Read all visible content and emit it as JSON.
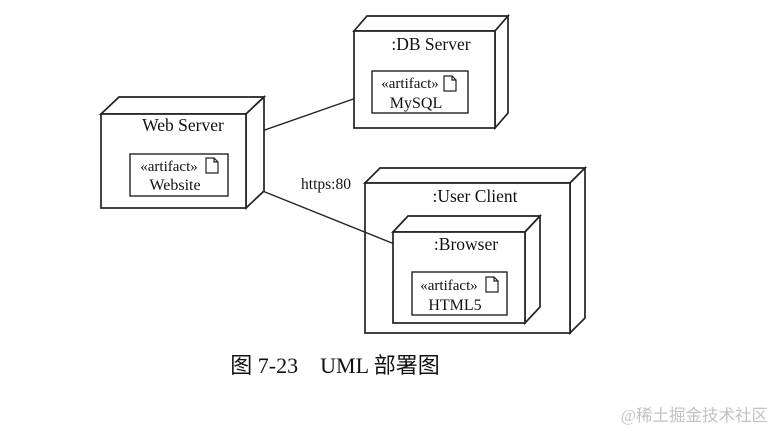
{
  "diagram": {
    "type": "uml-deployment-diagram",
    "nodes": {
      "db_server": {
        "label": ":DB Server",
        "artifact": {
          "stereotype": "«artifact»",
          "name": "MySQL"
        }
      },
      "web_server": {
        "label": "Web Server",
        "artifact": {
          "stereotype": "«artifact»",
          "name": "Website"
        }
      },
      "user_client": {
        "label": ":User Client"
      },
      "browser": {
        "label": ":Browser",
        "artifact": {
          "stereotype": "«artifact»",
          "name": "HTML5"
        }
      }
    },
    "edges": {
      "web_to_db": {
        "from": "Web Server",
        "to": ":DB Server",
        "label": ""
      },
      "web_to_browser": {
        "from": "Web Server",
        "to": ":Browser",
        "label": "https:80"
      }
    }
  },
  "caption": "图 7-23　UML 部署图",
  "watermark": "@稀土掘金技术社区",
  "colors": {
    "line": "#222222",
    "text": "#111111",
    "watermark": "#c2c2c2",
    "background": "#ffffff"
  }
}
